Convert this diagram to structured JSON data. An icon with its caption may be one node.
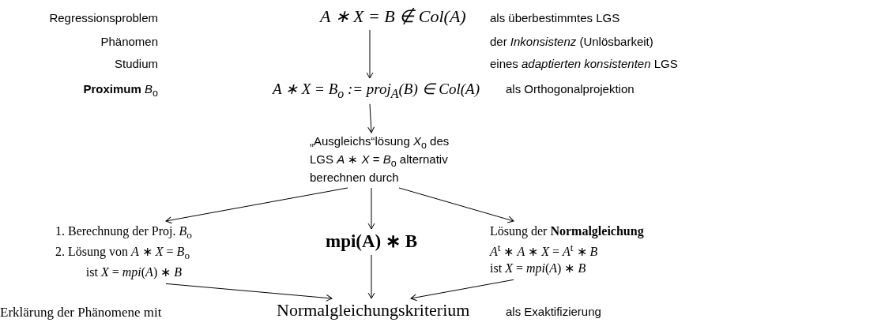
{
  "diagram": {
    "nodes": [
      {
        "text": [
          "A ∗ X = B   ∉ Col(A)"
        ]
      },
      {
        "text": [
          "A ∗ X = B$_{o}$ := proj$_{A}$(B) ∈ Col(A)"
        ]
      },
      {
        "text": [
          "„Ausgleichs“lösung *X*$_{o}$ des LGS *A* ∗ *X* = *B*$_{o}$ alternativ berechnen durch"
        ]
      },
      {
        "text": [
          "1. Berechnung der Proj. *B*$_{o}$",
          "2. Lösung von *A* ∗ *X* = *B*$_{o}$",
          "ist *X* = *mpi*(*A*) ∗ *B*"
        ]
      },
      {
        "text": [
          "mpi(A) ∗ B"
        ]
      },
      {
        "text": [
          "Lösung der **Normalgleichung**",
          "*A*$^{t}$ ∗ *A* ∗ *X* = *A*$^{t}$ ∗ *B*",
          "ist *X* = *mpi*(*A*) ∗ *B*"
        ]
      },
      {
        "text": [
          "Normalgleichungskriterium"
        ]
      }
    ],
    "edges": [
      {
        "from": 0,
        "to": 1,
        "arrow": "to"
      },
      {
        "from": 1,
        "to": 2,
        "arrow": "to"
      },
      {
        "from": 2,
        "to": 3,
        "arrow": "to"
      },
      {
        "from": 2,
        "to": 4,
        "arrow": "to"
      },
      {
        "from": 2,
        "to": 5,
        "arrow": "to"
      },
      {
        "from": 3,
        "to": 6,
        "arrow": "to"
      },
      {
        "from": 4,
        "to": 6,
        "arrow": "to"
      },
      {
        "from": 5,
        "to": 6,
        "arrow": "to"
      }
    ],
    "labels": [
      "Regressionsproblem",
      "als überbestimmtes LGS",
      "Phänomen",
      "der *Inkonsistenz* (Unlösbarkeit)",
      "Studium",
      "eines *adaptierten konsistenten* LGS",
      "**Proximum** *B*$_{o}$",
      "als Orthogonalprojektion",
      "Erklärung der Phänomene mit",
      "als Exaktifizierung"
    ]
  }
}
